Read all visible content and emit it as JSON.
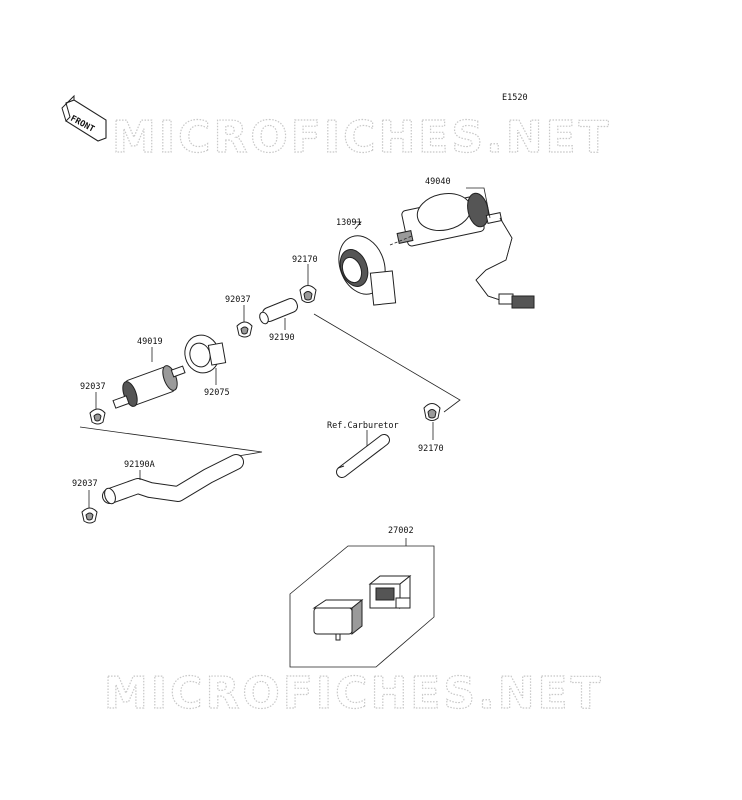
{
  "diagram_code": "E1520",
  "front_label": "FRONT",
  "watermark": "MICROFICHES.NET",
  "parts": {
    "p49040": "49040",
    "p13091": "13091",
    "p92170_top": "92170",
    "p92037_mid": "92037",
    "p92190": "92190",
    "p49019": "49019",
    "p92075": "92075",
    "p92037_left": "92037",
    "p92190A": "92190A",
    "p92037_bottom": "92037",
    "p92170_right": "92170",
    "ref_carburetor": "Ref.Carburetor",
    "p27002": "27002"
  }
}
